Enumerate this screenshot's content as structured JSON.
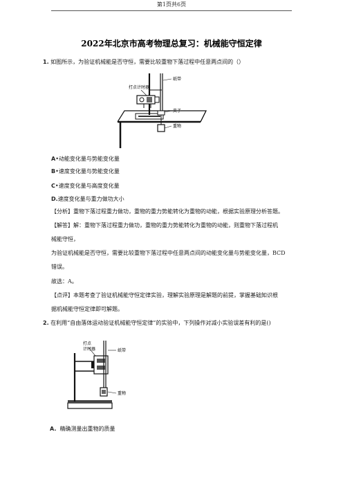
{
  "header": {
    "page_label": "第1页共6页"
  },
  "title": "2022年北京市高考物理总复习：机械能守恒定律",
  "q1": {
    "number": "1.",
    "stem": "如图所示，为验证机械能是否守恒，需要比较重物下落过程中任意两点间的（）",
    "figure_labels": {
      "timer": "打点计时器",
      "tape": "纸带",
      "clip": "夹子",
      "weight": "重物"
    },
    "options": [
      {
        "letter": "A",
        "text": "动能变化量与势能变化量"
      },
      {
        "letter": "B",
        "text": "速度变化量与势能变化量"
      },
      {
        "letter": "C",
        "text": "速度变化量与高度变化量"
      },
      {
        "letter": "D.",
        "text": "速度变化量与重力做功大小"
      }
    ],
    "analysis": "【分析】重物下落过程重力做功，重物的重力势能转化为重物的动能，根据实验原理分析答题。",
    "solution_lines": [
      "【解答】解：重物下落过程重力做功，重物的重力势能转化为重物的动能，则重物下落过程机",
      "械能守恒，",
      "为验证机械能是否守恒，需要比较重物下落过程中任意两点间的动能变化量与势能变化量，BCD",
      "错误。"
    ],
    "answer": "故选：A。",
    "comment_lines": [
      "【点评】本题考查了验证机械能守恒定律实验，理解实验原理是解题的前提，掌握基础知识根",
      "据机械能守恒定律即可解题。"
    ]
  },
  "q2": {
    "number": "2.",
    "stem": "在利用“自由落体运动验证机械能守恒定律”的实验中，下列操作对减小实验误差有利的是()",
    "figure_labels": {
      "timer": "打点",
      "timer2": "计时器",
      "tape": "纸带",
      "weight": "重物"
    },
    "options": [
      {
        "letter": "A.",
        "text": "精确测量出重物的质量"
      }
    ]
  }
}
